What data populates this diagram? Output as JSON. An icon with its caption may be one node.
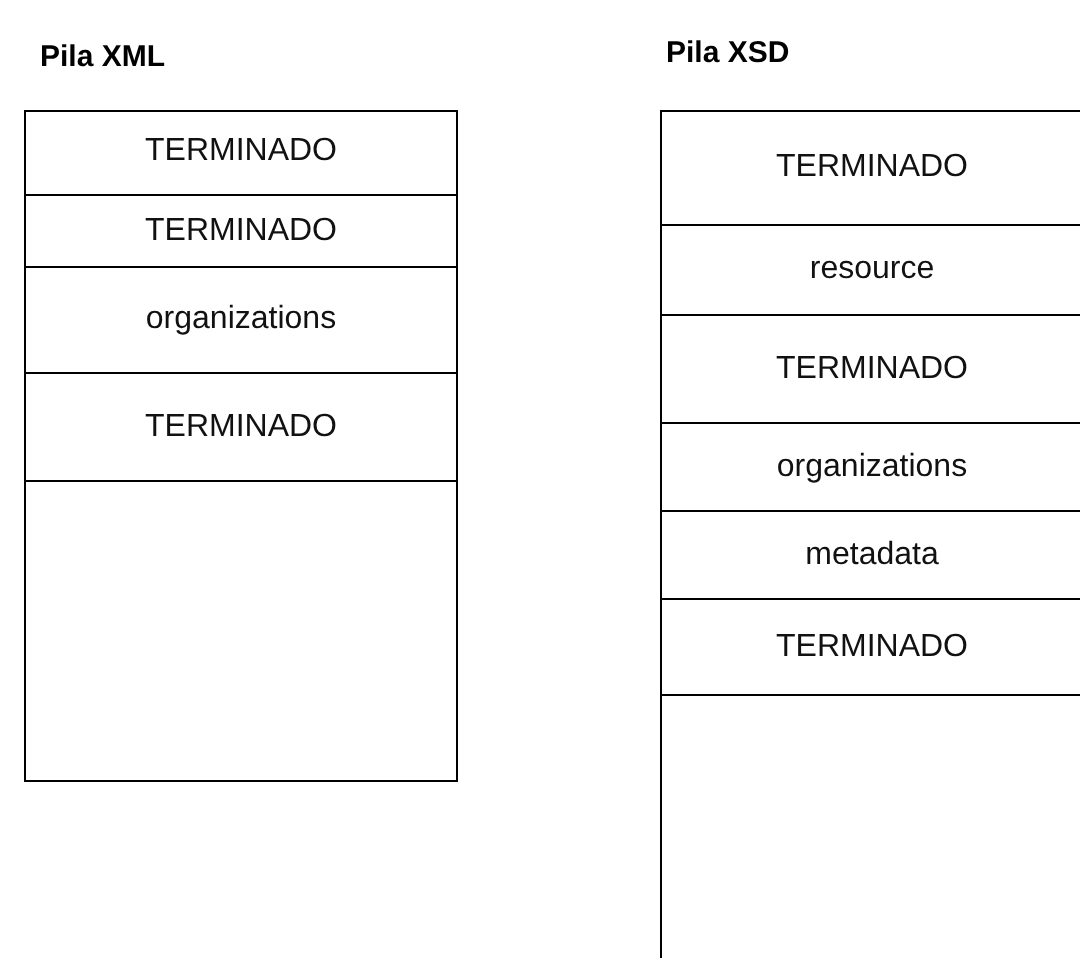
{
  "diagram": {
    "nodes": [
      {
        "text": [
          "Pila XML"
        ]
      },
      {
        "text": [
          "TERMINADO"
        ],
        "in": 0
      },
      {
        "text": [
          "TERMINADO"
        ],
        "in": 0
      },
      {
        "text": [
          "organizations"
        ],
        "in": 0
      },
      {
        "text": [
          "TERMINADO"
        ],
        "in": 0
      },
      {
        "text": [
          "Pila XSD"
        ]
      },
      {
        "text": [
          "TERMINADO"
        ],
        "in": 5
      },
      {
        "text": [
          "resource"
        ],
        "in": 5
      },
      {
        "text": [
          "TERMINADO"
        ],
        "in": 5
      },
      {
        "text": [
          "organizations"
        ],
        "in": 5
      },
      {
        "text": [
          "metadata"
        ],
        "in": 5
      },
      {
        "text": [
          "TERMINADO"
        ],
        "in": 5
      }
    ]
  }
}
